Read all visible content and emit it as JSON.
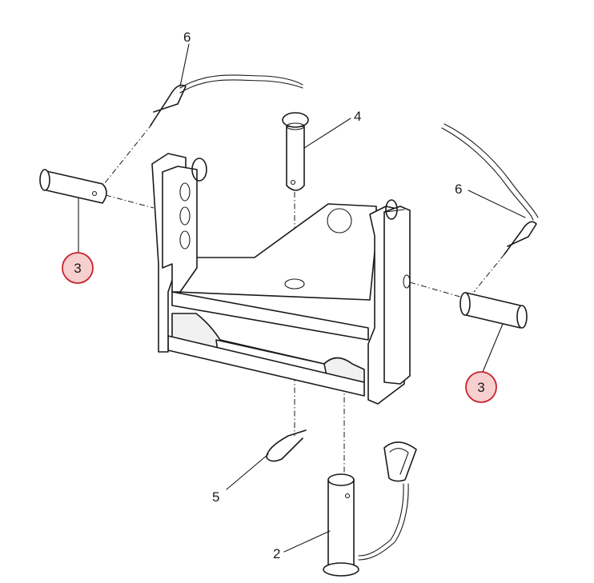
{
  "callouts": [
    {
      "id": "6-top",
      "text": "6",
      "highlighted": false
    },
    {
      "id": "4",
      "text": "4",
      "highlighted": false
    },
    {
      "id": "3-left",
      "text": "3",
      "highlighted": true
    },
    {
      "id": "6-right",
      "text": "6",
      "highlighted": false
    },
    {
      "id": "3-right",
      "text": "3",
      "highlighted": true
    },
    {
      "id": "5",
      "text": "5",
      "highlighted": false
    },
    {
      "id": "2",
      "text": "2",
      "highlighted": false
    }
  ],
  "colors": {
    "highlight_stroke": "#c8232c",
    "highlight_fill": "#f7cfcf",
    "line": "#1a1a1a"
  }
}
